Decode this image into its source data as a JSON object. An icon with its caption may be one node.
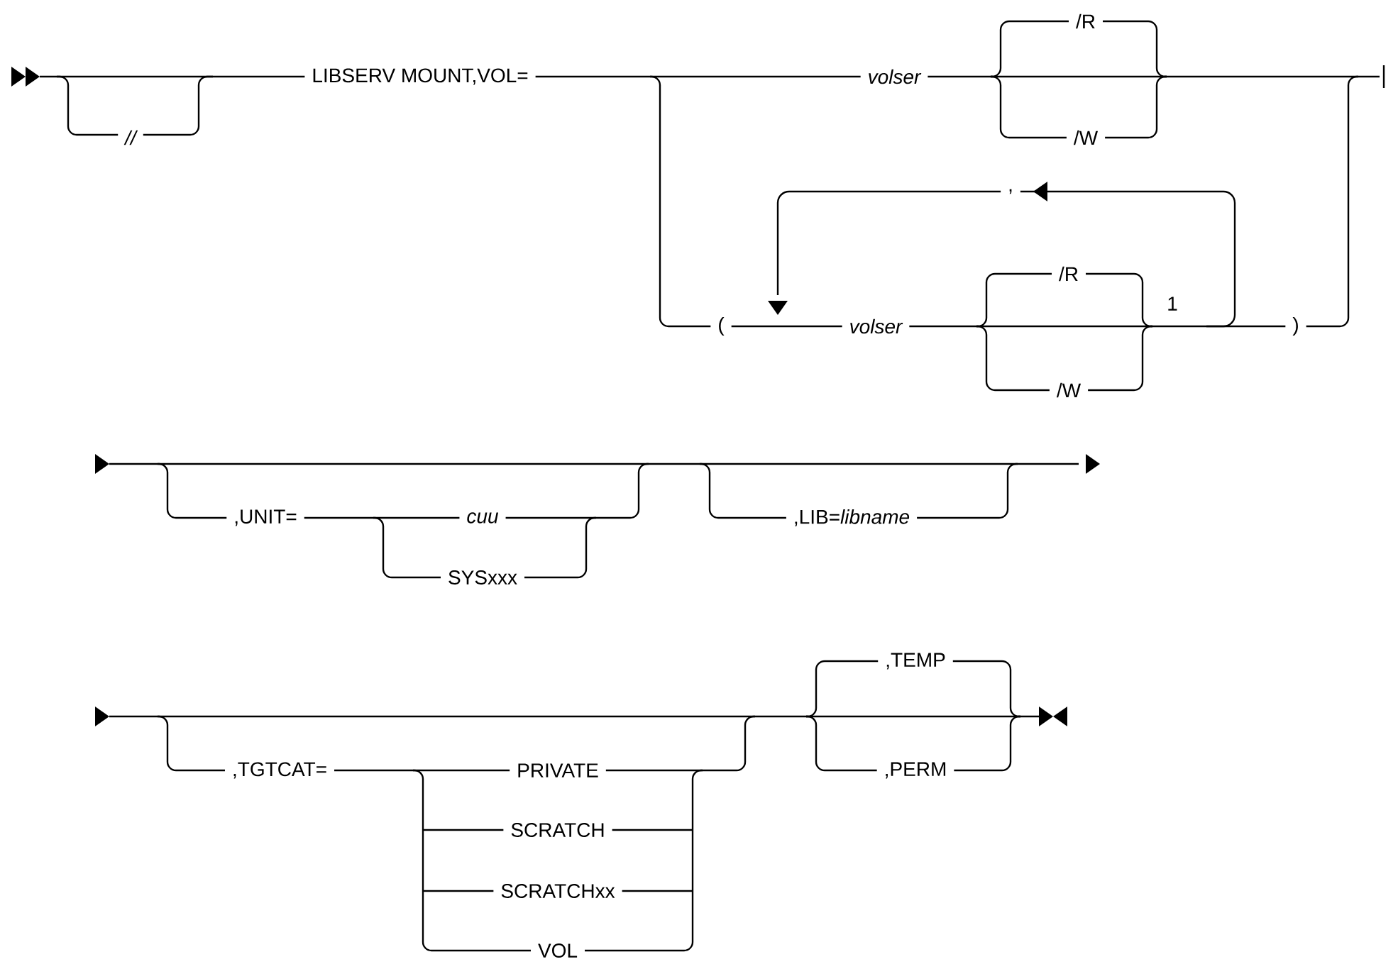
{
  "diagram": {
    "labels": [
      "//",
      "LIBSERV MOUNT,VOL=",
      "volser",
      "/R",
      "/W",
      "(",
      ",",
      "volser",
      "/R",
      "/W",
      "1",
      ")",
      ",UNIT=",
      "cuu",
      "SYSxxx",
      ",LIB=*libname*",
      ",TGTCAT=",
      "PRIVATE",
      "SCRATCH",
      "SCRATCHxx",
      "VOL",
      ",TEMP",
      ",PERM"
    ]
  }
}
